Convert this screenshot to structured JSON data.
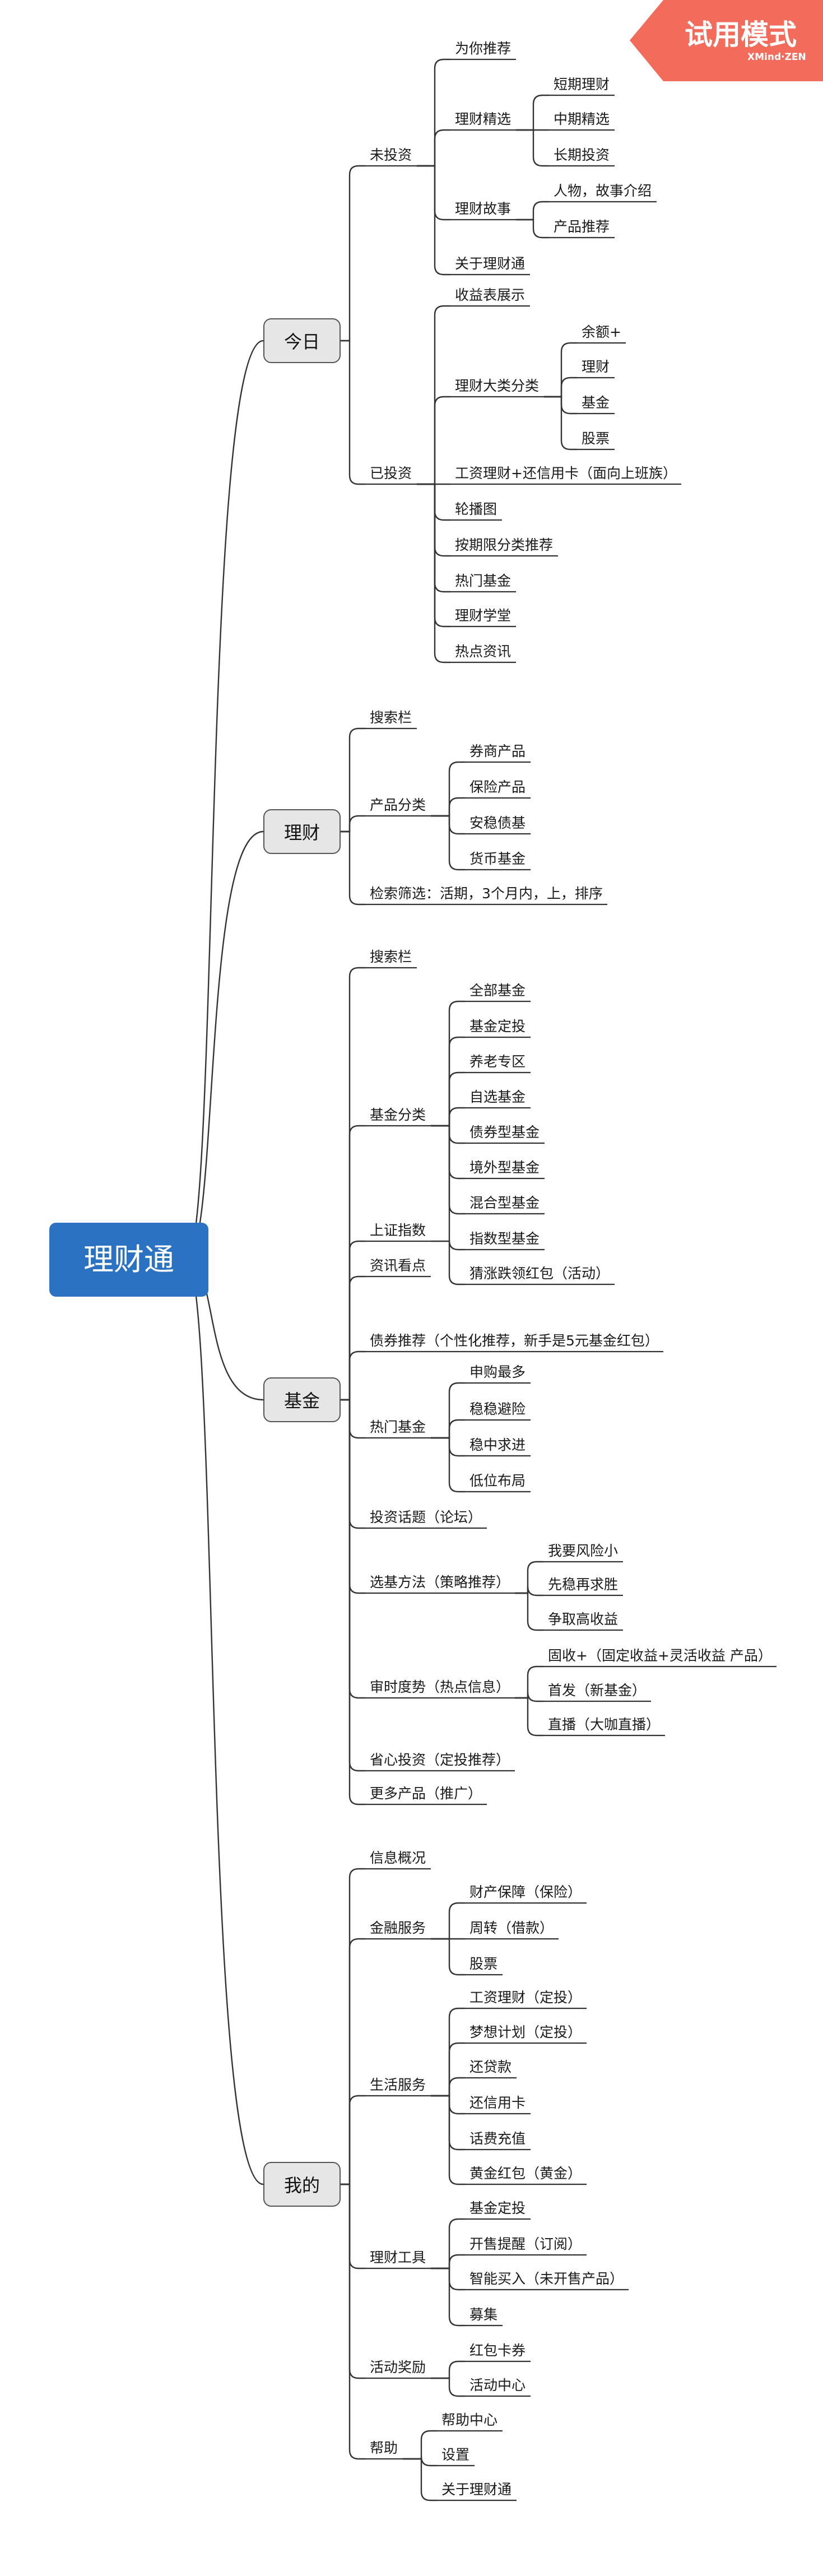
{
  "watermark": {
    "title": "试用模式",
    "subtitle": "XMind·ZEN"
  },
  "root": "理财通",
  "mindmap": [
    {
      "label": "今日",
      "children": [
        {
          "label": "未投资",
          "children": [
            {
              "label": "为你推荐"
            },
            {
              "label": "理财精选",
              "children": [
                {
                  "label": "短期理财"
                },
                {
                  "label": "中期精选"
                },
                {
                  "label": "长期投资"
                }
              ]
            },
            {
              "label": "理财故事",
              "children": [
                {
                  "label": "人物，故事介绍"
                },
                {
                  "label": "产品推荐"
                }
              ]
            },
            {
              "label": "关于理财通"
            }
          ]
        },
        {
          "label": "已投资",
          "children": [
            {
              "label": "收益表展示"
            },
            {
              "label": "理财大类分类",
              "children": [
                {
                  "label": "余额+"
                },
                {
                  "label": "理财"
                },
                {
                  "label": "基金"
                },
                {
                  "label": "股票"
                }
              ]
            },
            {
              "label": "工资理财+还信用卡（面向上班族）"
            },
            {
              "label": "轮播图"
            },
            {
              "label": "按期限分类推荐"
            },
            {
              "label": "热门基金"
            },
            {
              "label": "理财学堂"
            },
            {
              "label": "热点资讯"
            }
          ]
        }
      ]
    },
    {
      "label": "理财",
      "children": [
        {
          "label": "搜索栏"
        },
        {
          "label": "产品分类",
          "children": [
            {
              "label": "券商产品"
            },
            {
              "label": "保险产品"
            },
            {
              "label": "安稳债基"
            },
            {
              "label": "货币基金"
            }
          ]
        },
        {
          "label": "检索筛选：活期，3个月内，上，排序"
        }
      ]
    },
    {
      "label": "基金",
      "children": [
        {
          "label": "搜索栏"
        },
        {
          "label": "基金分类",
          "children": [
            {
              "label": "全部基金"
            },
            {
              "label": "基金定投"
            },
            {
              "label": "养老专区"
            },
            {
              "label": "自选基金"
            },
            {
              "label": "债券型基金"
            },
            {
              "label": "境外型基金"
            },
            {
              "label": "混合型基金"
            },
            {
              "label": "指数型基金"
            }
          ]
        },
        {
          "label": "上证指数",
          "children": [
            {
              "label": "猜涨跌领红包（活动）"
            }
          ]
        },
        {
          "label": "资讯看点"
        },
        {
          "label": "债券推荐（个性化推荐，新手是5元基金红包）"
        },
        {
          "label": "热门基金",
          "children": [
            {
              "label": "申购最多"
            },
            {
              "label": "稳稳避险"
            },
            {
              "label": "稳中求进"
            },
            {
              "label": "低位布局"
            }
          ]
        },
        {
          "label": "投资话题（论坛）"
        },
        {
          "label": "选基方法（策略推荐）",
          "children": [
            {
              "label": "我要风险小"
            },
            {
              "label": "先稳再求胜"
            },
            {
              "label": "争取高收益"
            }
          ]
        },
        {
          "label": "审时度势（热点信息）",
          "children": [
            {
              "label": "固收+（固定收益+灵活收益 产品）"
            },
            {
              "label": "首发（新基金）"
            },
            {
              "label": "直播（大咖直播）"
            }
          ]
        },
        {
          "label": "省心投资（定投推荐）"
        },
        {
          "label": "更多产品（推广）"
        }
      ]
    },
    {
      "label": "我的",
      "children": [
        {
          "label": "信息概况"
        },
        {
          "label": "金融服务",
          "children": [
            {
              "label": "财产保障（保险）"
            },
            {
              "label": "周转（借款）"
            },
            {
              "label": "股票"
            }
          ]
        },
        {
          "label": "生活服务",
          "children": [
            {
              "label": "工资理财（定投）"
            },
            {
              "label": "梦想计划（定投）"
            },
            {
              "label": "还贷款"
            },
            {
              "label": "还信用卡"
            },
            {
              "label": "话费充值"
            },
            {
              "label": "黄金红包（黄金）"
            }
          ]
        },
        {
          "label": "理财工具",
          "children": [
            {
              "label": "基金定投"
            },
            {
              "label": "开售提醒（订阅）"
            },
            {
              "label": "智能买入（未开售产品）"
            },
            {
              "label": "募集"
            }
          ]
        },
        {
          "label": "活动奖励",
          "children": [
            {
              "label": "红包卡券"
            },
            {
              "label": "活动中心"
            }
          ]
        },
        {
          "label": "帮助",
          "children": [
            {
              "label": "帮助中心"
            },
            {
              "label": "设置"
            },
            {
              "label": "关于理财通"
            }
          ]
        }
      ]
    }
  ]
}
